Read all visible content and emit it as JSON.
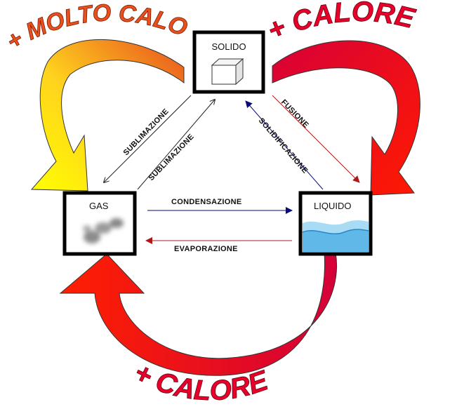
{
  "states": {
    "solid": "SOLIDO",
    "gas": "GAS",
    "liquid": "LIQUIDO"
  },
  "transitions": {
    "sublimation_down": "SUBLIMAZIONE",
    "sublimation_up": "SUBLIMAZIONE",
    "fusion": "FUSIONE",
    "solidification": "SOLIDIFICAZIONE",
    "condensation": "CONDENSAZIONE",
    "evaporation": "EVAPORAZIONE"
  },
  "heat": {
    "top_left": "+ MOLTO CALORE",
    "top_right": "+ CALORE",
    "bottom": "+ CALORE"
  },
  "colors": {
    "box_border": "#000000",
    "arrow_red": "#e8002a",
    "arrow_orange": "#f07a1e",
    "arrow_yellow": "#ffff00",
    "line_navy": "#0a0a7a",
    "line_darkred": "#b01818",
    "water_light": "#a8dcf4",
    "water_dark": "#5fb8e8"
  }
}
